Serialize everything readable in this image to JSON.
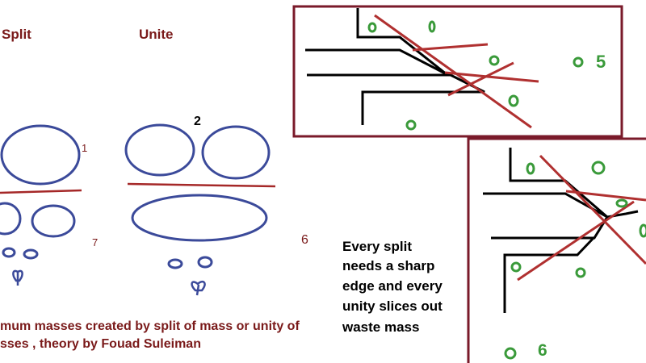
{
  "colors": {
    "ellipse_stroke": "#3b4a9a",
    "red_line": "#b03030",
    "maroon_text": "#7a1a1a",
    "frame": "#7a1a2a",
    "green": "#3a9a3a",
    "black": "#000000"
  },
  "labels": {
    "split": "Split",
    "unite": "Unite",
    "num_2": "2",
    "num_1": "1",
    "num_7": "7",
    "num_6_mid": "6",
    "num_5": "5",
    "num_6_bottom": "6"
  },
  "note": {
    "line1": "Every split",
    "line2": "needs a sharp",
    "line3": "edge and every",
    "line4": "unity slices out",
    "line5": "waste mass"
  },
  "caption": {
    "line1": "mum masses created by split of mass or unity of",
    "line2": "sses , theory by Fouad Suleiman"
  }
}
